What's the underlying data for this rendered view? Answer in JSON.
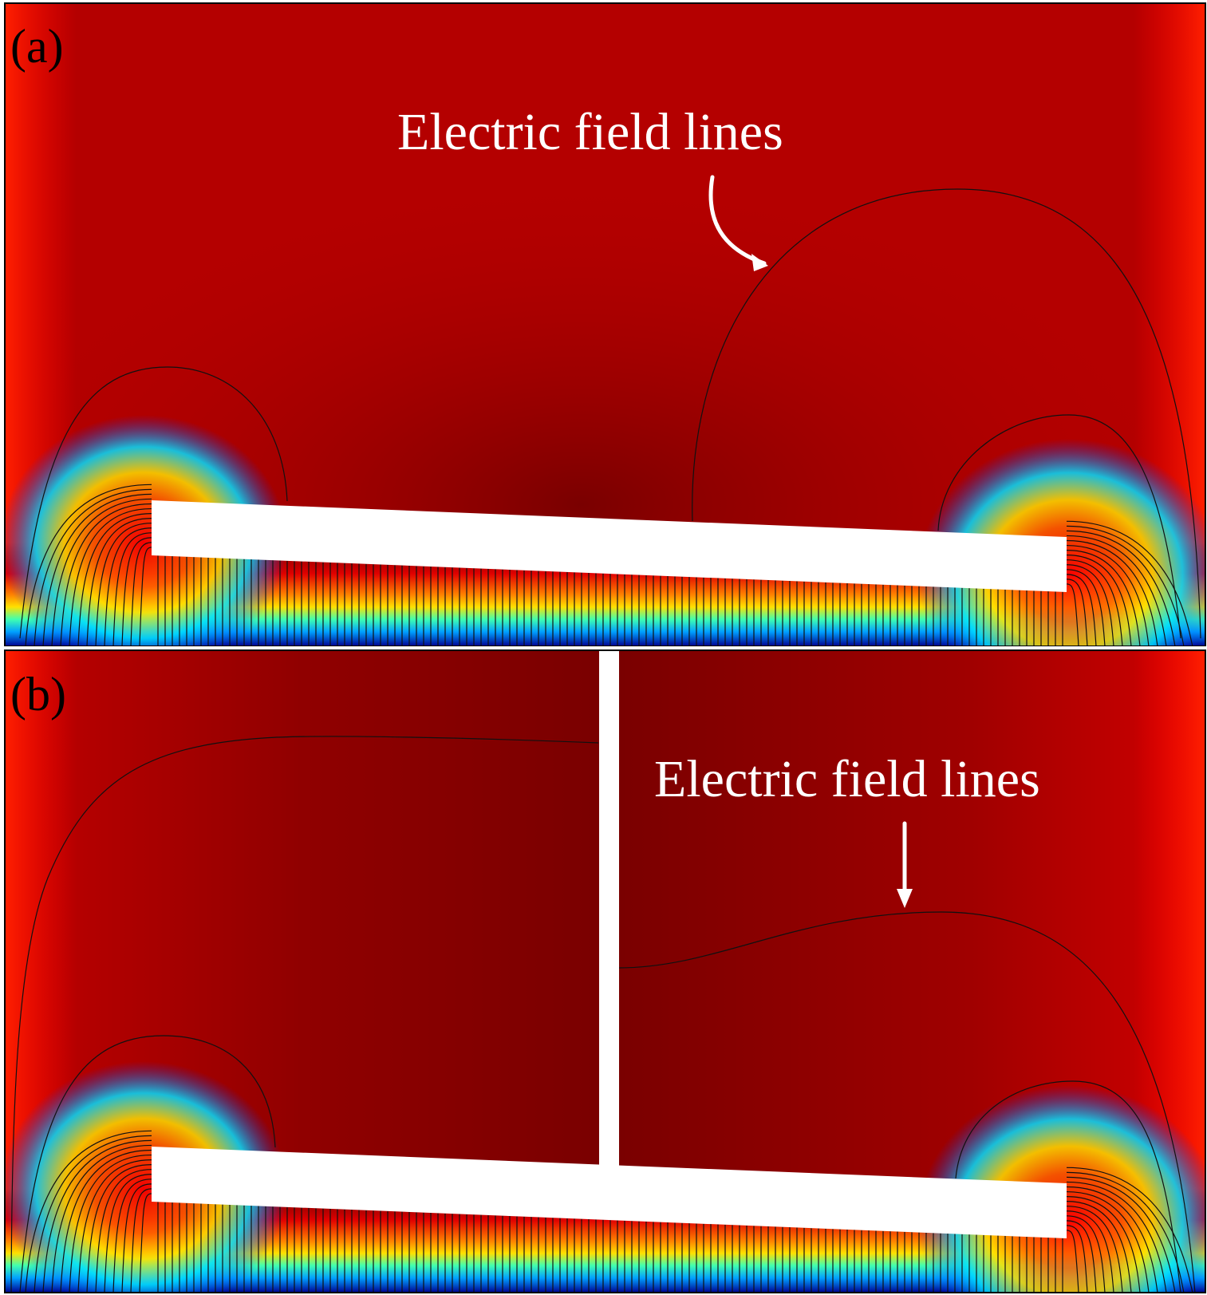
{
  "panels": [
    {
      "label": "(a)",
      "annotation": "Electric field lines"
    },
    {
      "label": "(b)",
      "annotation": "Electric field lines"
    }
  ],
  "colors": {
    "background_field": "#b00000",
    "dark_field": "#7a0000",
    "electrode": "#ffffff",
    "field_line": "#111111",
    "annotation": "#ffffff"
  },
  "colormap": [
    "#00008b",
    "#0033ff",
    "#00c8ff",
    "#00ffc0",
    "#c8ff00",
    "#ffd800",
    "#ff6a00",
    "#ff0000",
    "#c80000",
    "#8b0000"
  ]
}
